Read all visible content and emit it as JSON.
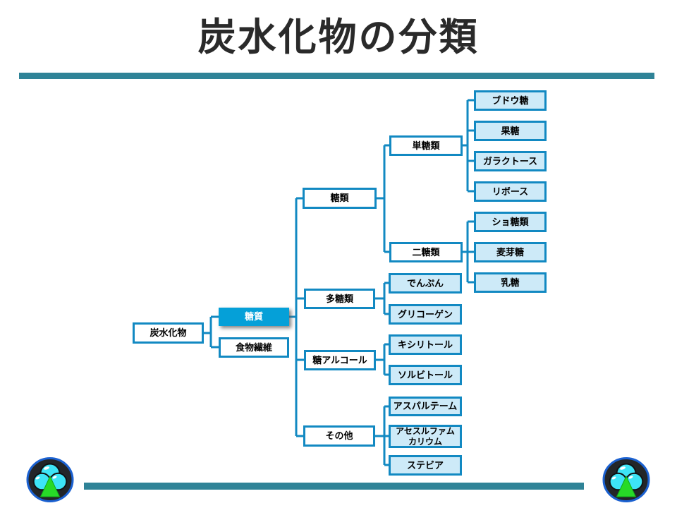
{
  "slide": {
    "title": "炭水化物の分類"
  },
  "colors": {
    "accent_bar": "#2f8397",
    "line_and_border": "#1289c2",
    "leaf_fill": "#cdeaf8",
    "highlight_fill": "#05a0d8",
    "title_text": "#2a2a2a"
  },
  "footer": {
    "logo_icon": "tree-cloud-logo",
    "logo_positions": [
      "bottom-left",
      "bottom-right"
    ]
  },
  "tree": {
    "root_id": "carbohydrate",
    "nodes": [
      {
        "id": "carbohydrate",
        "label": "炭水化物",
        "parent": null,
        "type": "root"
      },
      {
        "id": "saccharide",
        "label": "糖質",
        "parent": "carbohydrate",
        "type": "highlight"
      },
      {
        "id": "dietary-fiber",
        "label": "食物繊維",
        "parent": "carbohydrate",
        "type": "category"
      },
      {
        "id": "sugars",
        "label": "糖類",
        "parent": "saccharide",
        "type": "category"
      },
      {
        "id": "polysaccharide",
        "label": "多糖類",
        "parent": "saccharide",
        "type": "category"
      },
      {
        "id": "sugar-alcohol",
        "label": "糖アルコール",
        "parent": "saccharide",
        "type": "category"
      },
      {
        "id": "others",
        "label": "その他",
        "parent": "saccharide",
        "type": "category"
      },
      {
        "id": "monosaccharide",
        "label": "単糖類",
        "parent": "sugars",
        "type": "category"
      },
      {
        "id": "disaccharide",
        "label": "二糖類",
        "parent": "sugars",
        "type": "category"
      },
      {
        "id": "glucose",
        "label": "ブドウ糖",
        "parent": "monosaccharide",
        "type": "item"
      },
      {
        "id": "fructose",
        "label": "果糖",
        "parent": "monosaccharide",
        "type": "item"
      },
      {
        "id": "galactose",
        "label": "ガラクトース",
        "parent": "monosaccharide",
        "type": "item"
      },
      {
        "id": "ribose",
        "label": "リボース",
        "parent": "monosaccharide",
        "type": "item"
      },
      {
        "id": "sucrose",
        "label": "ショ糖類",
        "parent": "disaccharide",
        "type": "item"
      },
      {
        "id": "maltose",
        "label": "麦芽糖",
        "parent": "disaccharide",
        "type": "item"
      },
      {
        "id": "lactose",
        "label": "乳糖",
        "parent": "disaccharide",
        "type": "item"
      },
      {
        "id": "starch",
        "label": "でんぷん",
        "parent": "polysaccharide",
        "type": "item"
      },
      {
        "id": "glycogen",
        "label": "グリコーゲン",
        "parent": "polysaccharide",
        "type": "item"
      },
      {
        "id": "xylitol",
        "label": "キシリトール",
        "parent": "sugar-alcohol",
        "type": "item"
      },
      {
        "id": "sorbitol",
        "label": "ソルビトール",
        "parent": "sugar-alcohol",
        "type": "item"
      },
      {
        "id": "aspartame",
        "label": "アスパルテーム",
        "parent": "others",
        "type": "item"
      },
      {
        "id": "acesulfame-k",
        "label": "アセスルファムカリウム",
        "parent": "others",
        "type": "item"
      },
      {
        "id": "stevia",
        "label": "ステビア",
        "parent": "others",
        "type": "item"
      }
    ]
  }
}
